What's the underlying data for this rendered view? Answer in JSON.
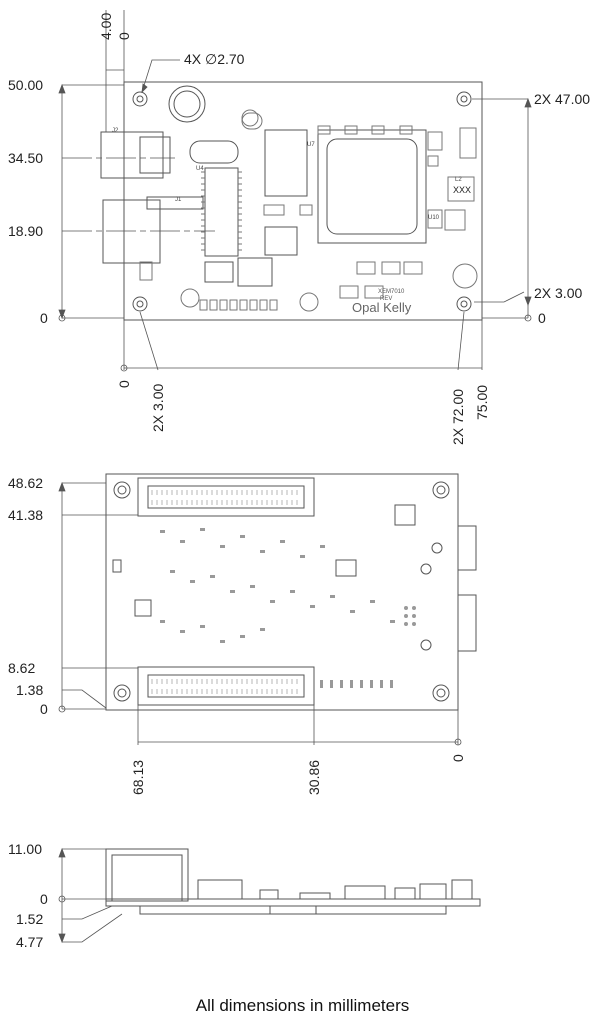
{
  "top_view": {
    "y_dims": [
      "50.00",
      "34.50",
      "18.90",
      "0"
    ],
    "top_x_dims": [
      "4.00",
      "0"
    ],
    "hole_callout": "4X ∅2.70",
    "right_dims": [
      "2X 47.00",
      "2X 3.00",
      "0"
    ],
    "bottom_x_dims": [
      "0",
      "2X 3.00",
      "2X 72.00",
      "75.00"
    ],
    "labels": [
      "J2",
      "J1",
      "U4",
      "U7",
      "U10",
      "L2",
      "XXX",
      "Opal Kelly",
      "XEM7010",
      "REV"
    ]
  },
  "bottom_view": {
    "y_dims": [
      "48.62",
      "41.38",
      "8.62",
      "1.38",
      "0"
    ],
    "x_dims": [
      "68.13",
      "30.86",
      "0"
    ]
  },
  "side_view": {
    "y_dims": [
      "11.00",
      "0",
      "1.52",
      "4.77"
    ]
  },
  "caption": "All dimensions in millimeters"
}
